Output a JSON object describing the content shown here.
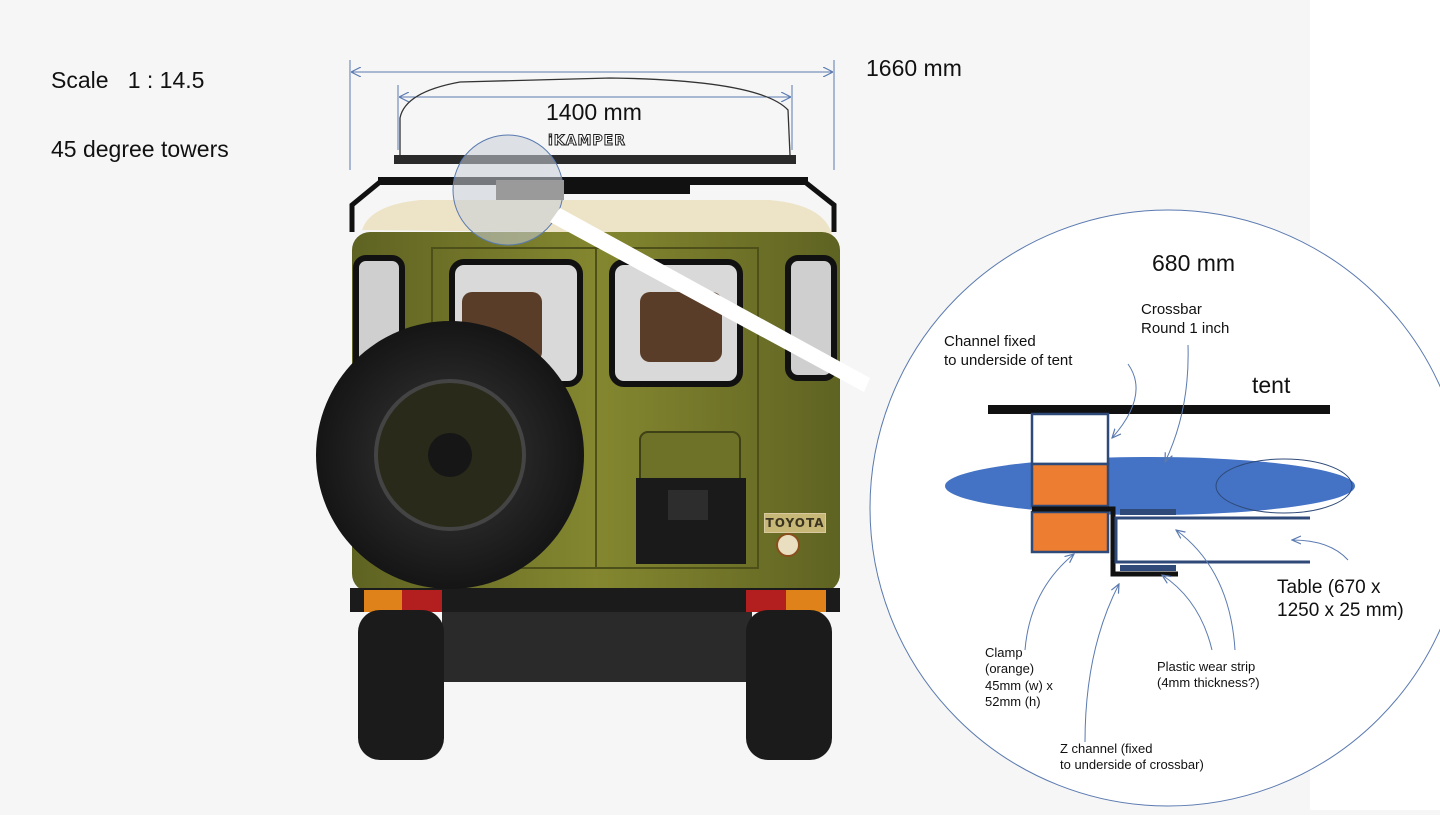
{
  "header": {
    "scale": "Scale   1 : 14.5",
    "towers": "45 degree towers"
  },
  "dimensions": {
    "overall_width": "1660 mm",
    "tent_width": "1400 mm",
    "offset": "680 mm"
  },
  "vehicle": {
    "tent_brand_logo": "iKAMPER",
    "rear_badge": "TOYOTA"
  },
  "detail": {
    "tent_label": "tent",
    "crossbar_label": "Crossbar\nRound 1 inch",
    "channel_label": "Channel fixed\nto underside of tent",
    "clamp_label": "Clamp\n(orange)\n45mm (w) x\n52mm (h)",
    "z_channel_label": "Z channel (fixed\nto underside of crossbar)",
    "wear_strip_label": "Plastic wear strip\n(4mm thickness?)",
    "table_label": "Table (670 x\n1250 x 25 mm)"
  },
  "colors": {
    "body_olive": "#7c7f2c",
    "crossbar_blue": "#4472c4",
    "clamp_orange": "#ed7d31",
    "dimension_line": "#5a7ab0",
    "outline_navy": "#2f4a78"
  }
}
